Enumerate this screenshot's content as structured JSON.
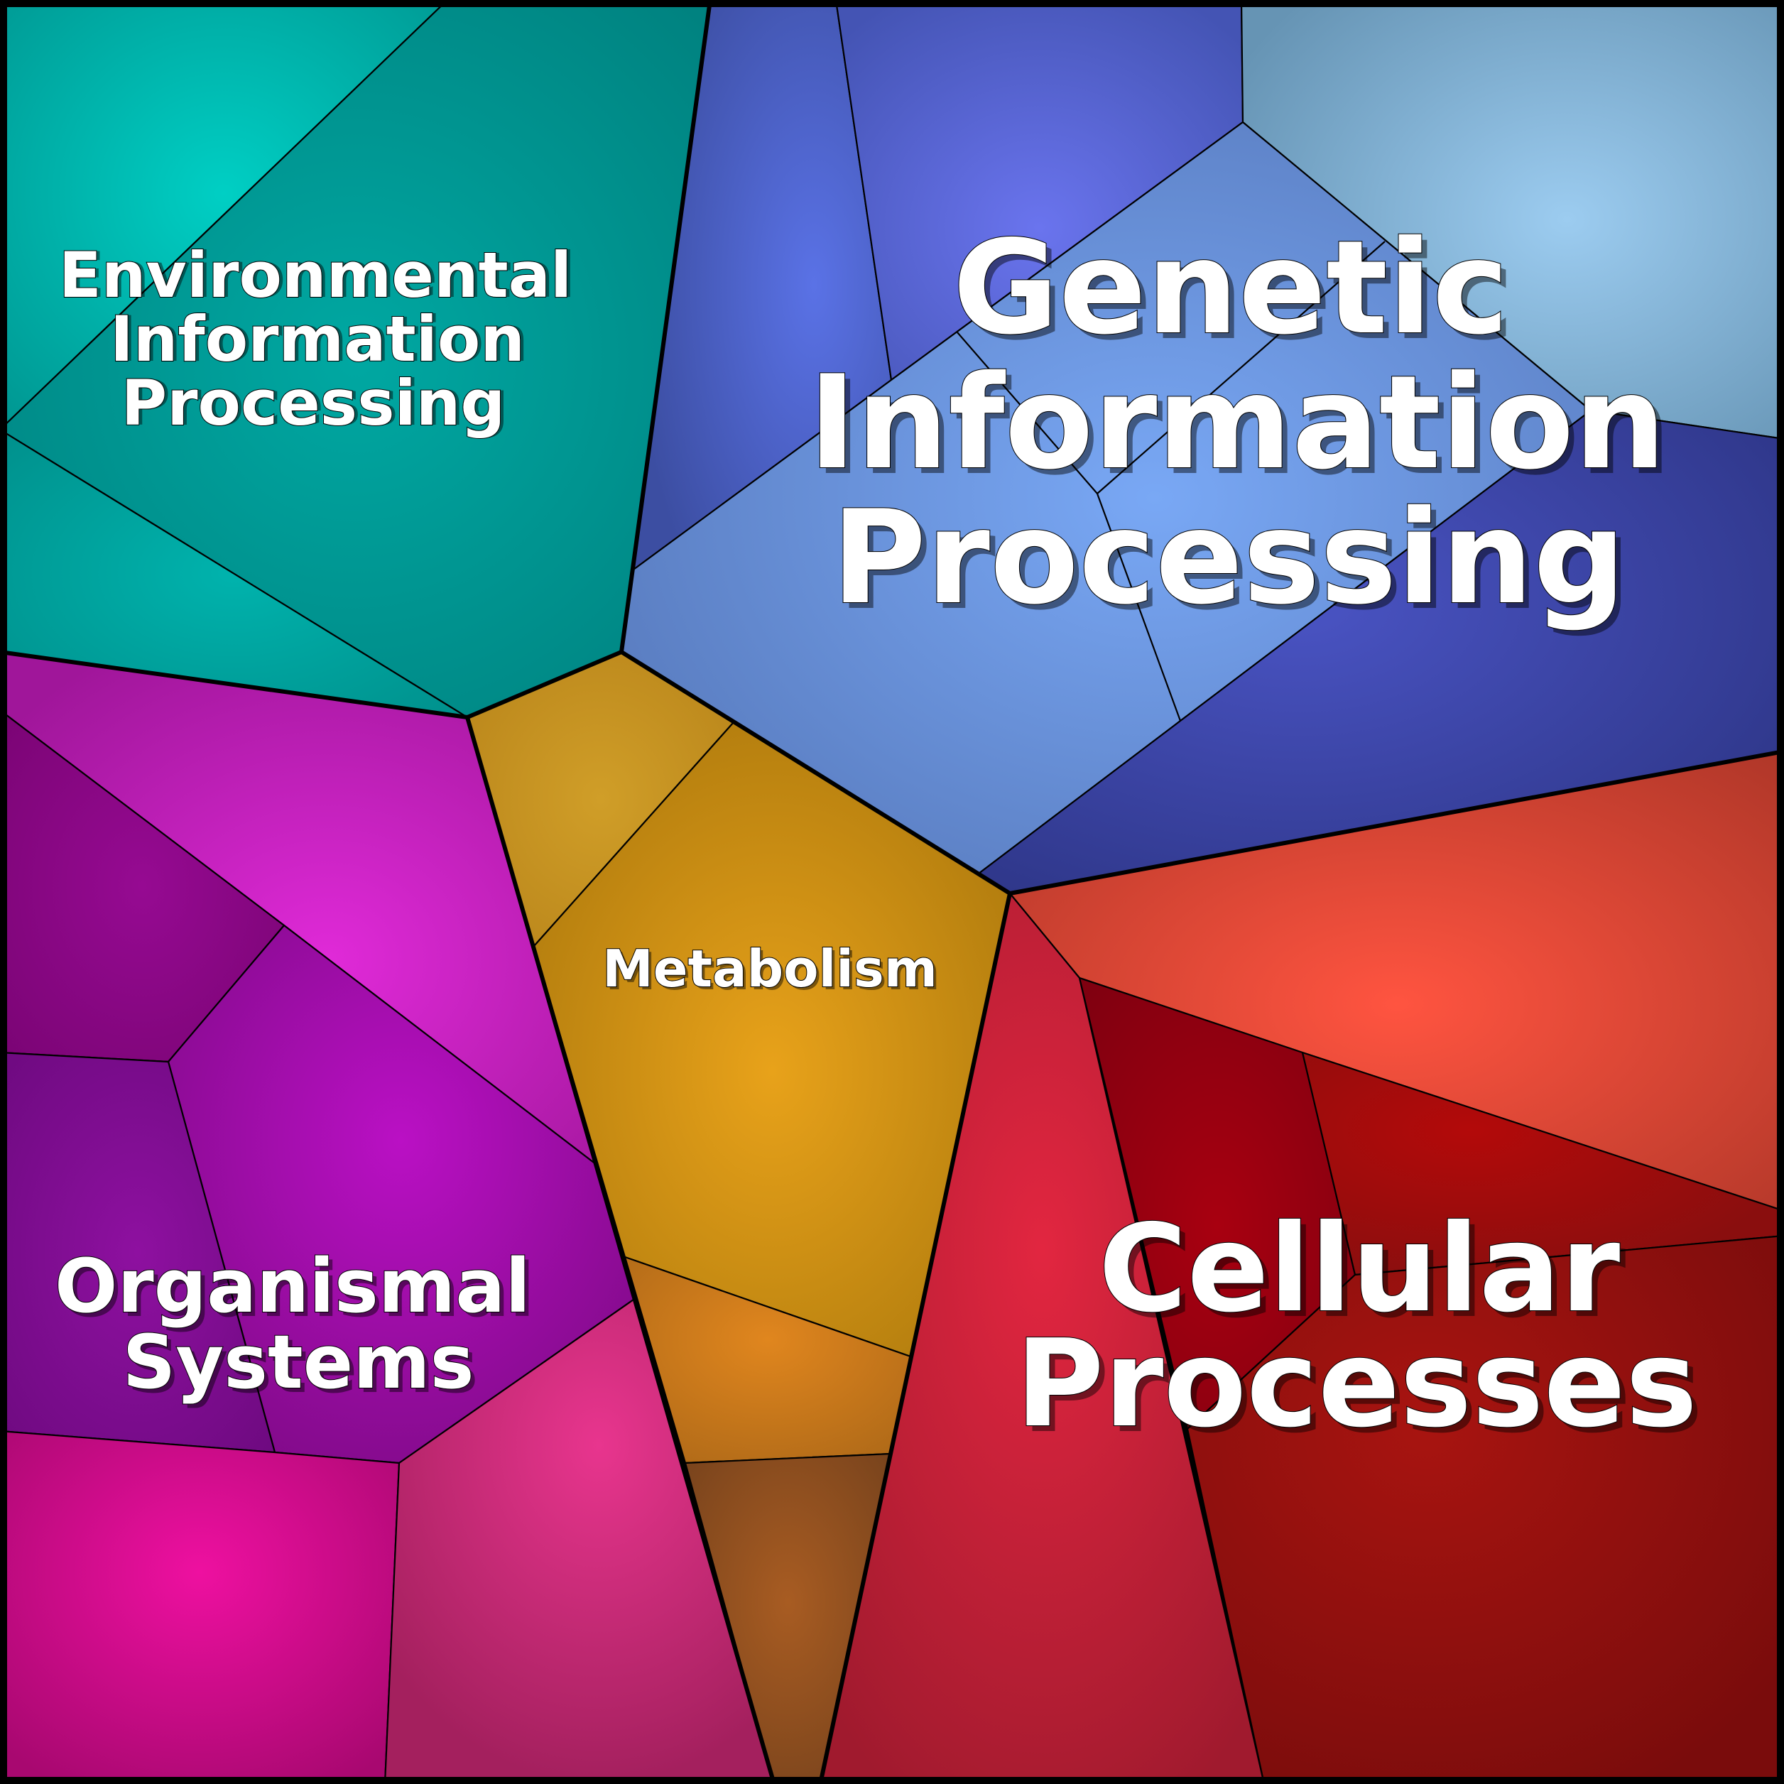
{
  "title": "",
  "categories": [
    {
      "id": "environmental",
      "label_lines": [
        "Environmental",
        "Information",
        "Processing"
      ],
      "color": "#00A19A"
    },
    {
      "id": "genetic",
      "label_lines": [
        "Genetic",
        "Information",
        "Processing"
      ],
      "color": "#4C5FC8"
    },
    {
      "id": "metabolism",
      "label_lines": [
        "Metabolism"
      ],
      "color": "#C98914"
    },
    {
      "id": "organismal",
      "label_lines": [
        "Organismal",
        "Systems"
      ],
      "color": "#A0109F"
    },
    {
      "id": "cellular",
      "label_lines": [
        "Cellular",
        "Processes"
      ],
      "color": "#B5202F"
    }
  ]
}
